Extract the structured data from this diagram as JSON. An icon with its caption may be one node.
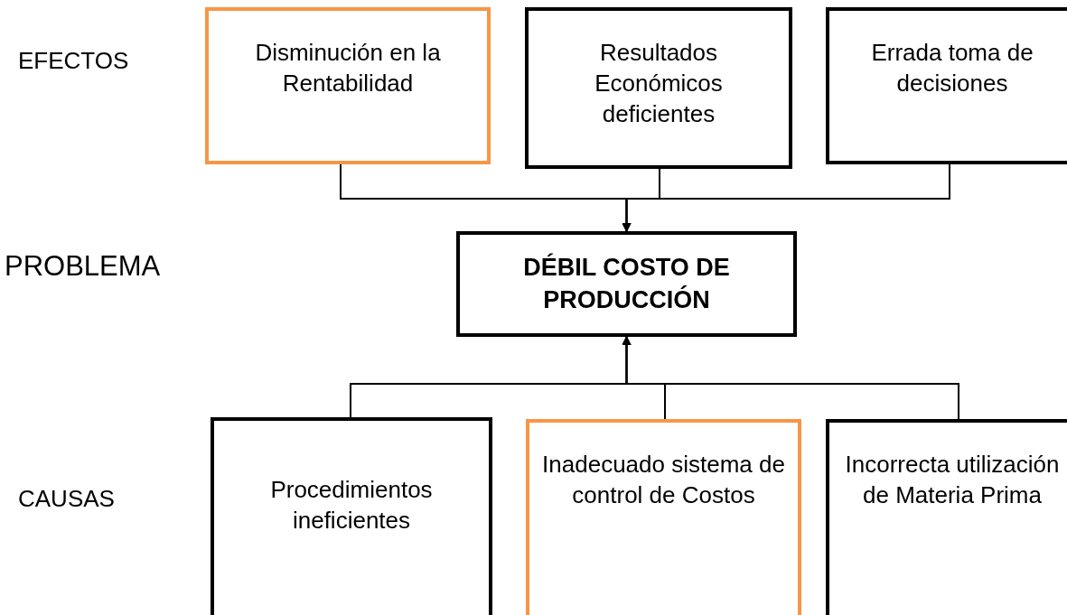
{
  "diagram": {
    "nodes": [
      {
        "text": [
          "Disminución en la Rentabilidad"
        ]
      },
      {
        "text": [
          "Resultados Económicos deficientes"
        ]
      },
      {
        "text": [
          "Errada toma de decisiones"
        ]
      },
      {
        "text": [
          "DÉBIL COSTO DE PRODUCCIÓN"
        ]
      },
      {
        "text": [
          "Procedimientos ineficientes"
        ]
      },
      {
        "text": [
          "Inadecuado sistema de control de Costos"
        ]
      },
      {
        "text": [
          "Incorrecta utilización de Materia Prima"
        ]
      }
    ],
    "edges": [
      {
        "from": 0,
        "to": 3,
        "arrow": "to"
      },
      {
        "from": 1,
        "to": 3,
        "arrow": "to"
      },
      {
        "from": 2,
        "to": 3,
        "arrow": "to"
      },
      {
        "from": 4,
        "to": 3,
        "arrow": "to"
      },
      {
        "from": 5,
        "to": 3,
        "arrow": "to"
      },
      {
        "from": 6,
        "to": 3,
        "arrow": "to"
      }
    ],
    "labels": [
      "EFECTOS",
      "PROBLEMA",
      "CAUSAS"
    ]
  }
}
